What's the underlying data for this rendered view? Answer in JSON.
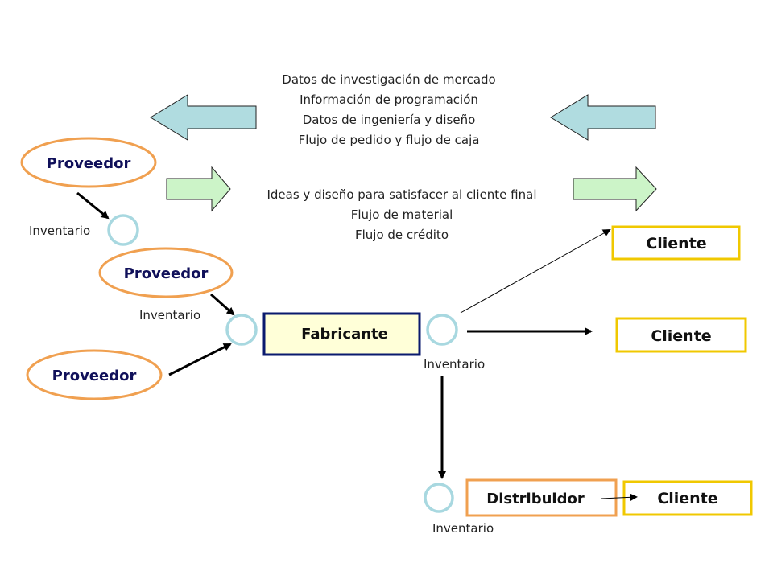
{
  "info_flow": {
    "lines": [
      "Datos de investigación de mercado",
      "Información de programación",
      "Datos de ingeniería y diseño",
      "Flujo de pedido y flujo de caja"
    ]
  },
  "material_flow": {
    "lines": [
      "Ideas y diseño para satisfacer al cliente final",
      "Flujo de material",
      "Flujo de crédito"
    ]
  },
  "suppliers": [
    "Proveedor",
    "Proveedor",
    "Proveedor"
  ],
  "manufacturer": "Fabricante",
  "distributor": "Distribuidor",
  "clients": [
    "Cliente",
    "Cliente",
    "Cliente"
  ],
  "inventory_labels": [
    "Inventario",
    "Inventario",
    "Inventario",
    "Inventario"
  ],
  "colors": {
    "supplier_border": "#f0a050",
    "supplier_text": "#10105a",
    "client_border": "#f0c800",
    "manufacturer_border": "#0a1a6e",
    "manufacturer_fill": "#ffffd8",
    "distributor_border": "#f0a050",
    "inventory_circle": "#a8d8e0",
    "left_arrow_fill": "#b0dce0",
    "right_arrow_fill": "#ccf4c8"
  }
}
